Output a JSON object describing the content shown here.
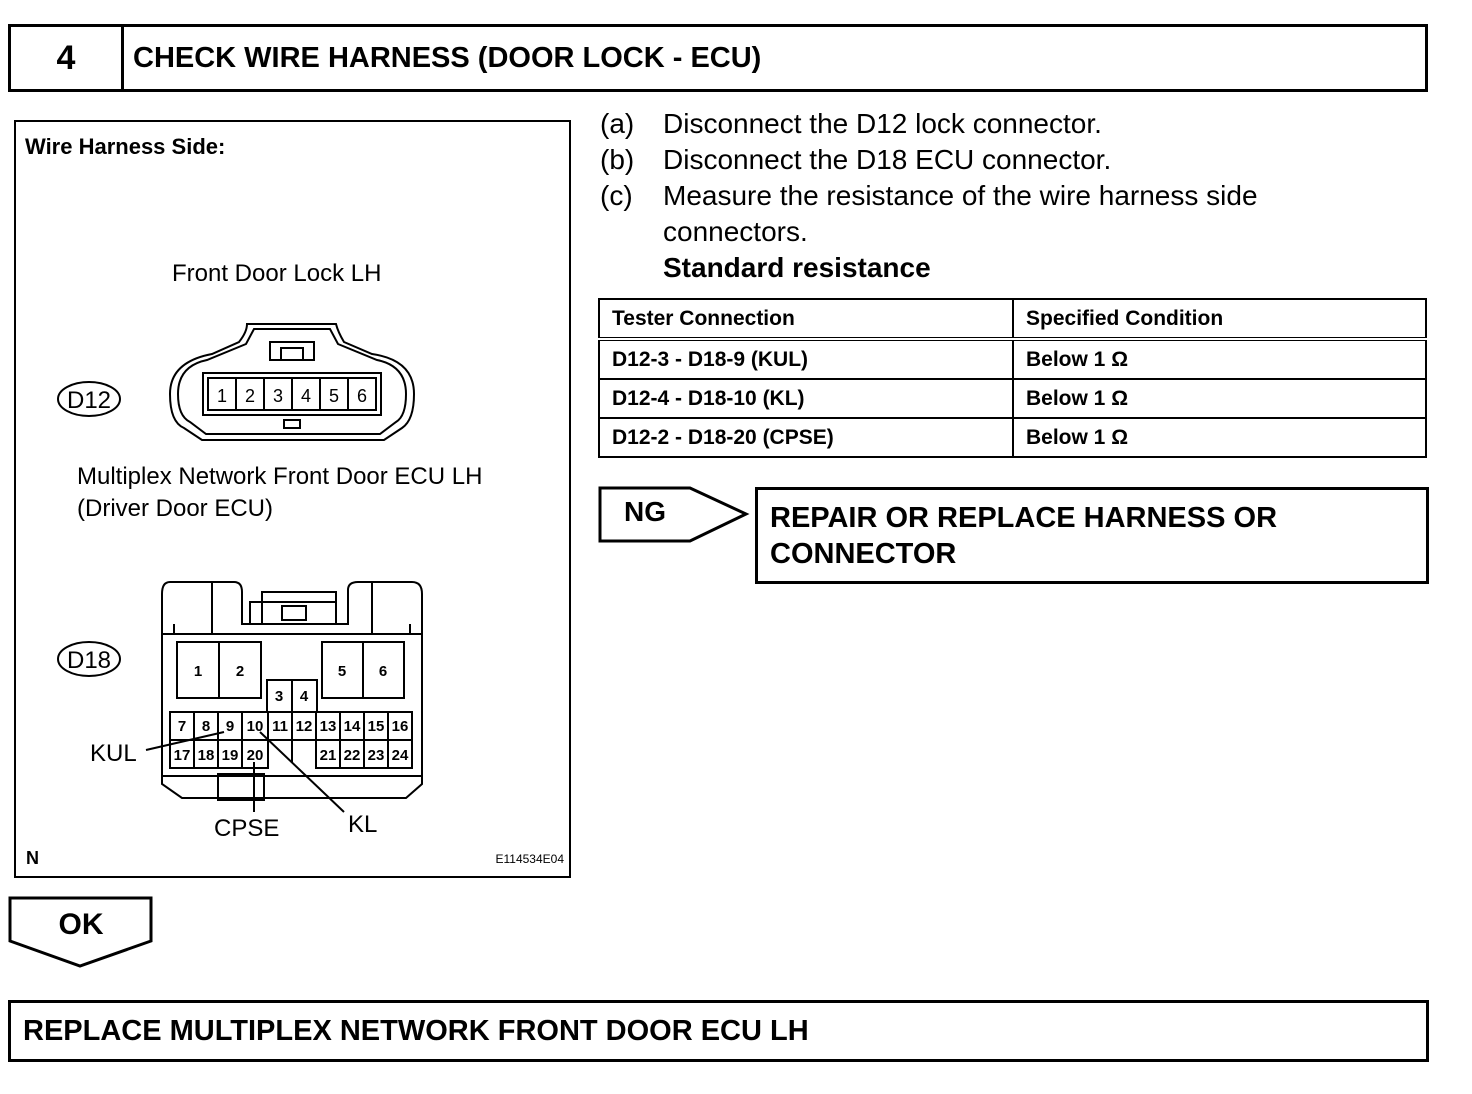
{
  "header": {
    "step_number": "4",
    "title": "CHECK WIRE HARNESS (DOOR LOCK - ECU)"
  },
  "illustration": {
    "caption": "Wire Harness Side:",
    "connector_d12": {
      "name": "Front Door Lock LH",
      "code": "D12",
      "pins": [
        "1",
        "2",
        "3",
        "4",
        "5",
        "6"
      ]
    },
    "connector_d18": {
      "name_line1": "Multiplex Network Front Door ECU LH",
      "name_line2": "(Driver Door ECU)",
      "code": "D18",
      "pins_top": [
        "1",
        "2",
        "5",
        "6"
      ],
      "pins_mid": [
        "3",
        "4"
      ],
      "pins_row1": [
        "7",
        "8",
        "9",
        "10",
        "11",
        "12",
        "13",
        "14",
        "15",
        "16"
      ],
      "pins_row2": [
        "17",
        "18",
        "19",
        "20",
        "21",
        "22",
        "23",
        "24"
      ],
      "labels": {
        "kul": "KUL",
        "cpse": "CPSE",
        "kl": "KL"
      }
    },
    "corner_letter": "N",
    "figure_id": "E114534E04"
  },
  "instructions": [
    {
      "letter": "(a)",
      "text": "Disconnect the D12 lock connector."
    },
    {
      "letter": "(b)",
      "text": "Disconnect the D18 ECU connector."
    },
    {
      "letter": "(c)",
      "text": "Measure the resistance of the wire harness side",
      "text2": "connectors."
    }
  ],
  "standard_label": "Standard resistance",
  "table": {
    "headers": [
      "Tester Connection",
      "Specified Condition"
    ],
    "rows": [
      [
        "D12-3 - D18-9 (KUL)",
        "Below 1 Ω"
      ],
      [
        "D12-4 - D18-10 (KL)",
        "Below 1 Ω"
      ],
      [
        "D12-2 - D18-20 (CPSE)",
        "Below 1 Ω"
      ]
    ]
  },
  "ng": {
    "tag": "NG",
    "result_line1": "REPAIR OR REPLACE HARNESS OR",
    "result_line2": "CONNECTOR"
  },
  "ok": {
    "tag": "OK"
  },
  "final_step": "REPLACE MULTIPLEX NETWORK FRONT DOOR ECU LH"
}
